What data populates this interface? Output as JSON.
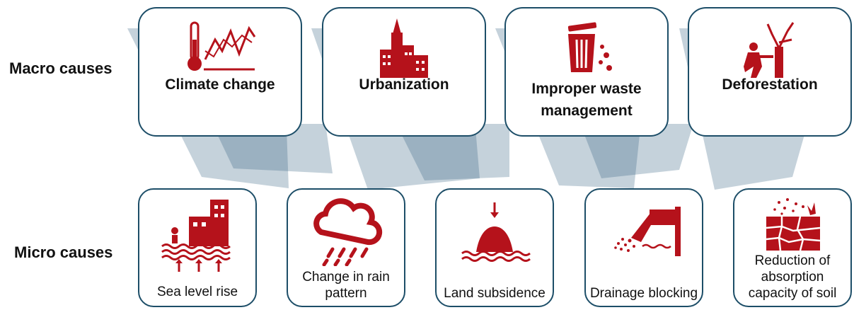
{
  "labels": {
    "macro": "Macro causes",
    "micro": "Micro causes"
  },
  "macro_causes": [
    {
      "label": "Climate change",
      "icon": "thermometer-chart-icon"
    },
    {
      "label": "Urbanization",
      "icon": "city-buildings-icon"
    },
    {
      "label": "Improper waste management",
      "icon": "trash-bin-icon"
    },
    {
      "label": "Deforestation",
      "icon": "tree-cutting-icon"
    }
  ],
  "micro_causes": [
    {
      "label": "Sea level rise",
      "icon": "flooded-buildings-icon"
    },
    {
      "label": "Change in rain pattern",
      "icon": "rain-cloud-icon"
    },
    {
      "label": "Land subsidence",
      "icon": "sinking-mound-icon"
    },
    {
      "label": "Drainage blocking",
      "icon": "drain-pipe-icon"
    },
    {
      "label": "Reduction of absorption capacity of soil",
      "icon": "cracked-soil-icon"
    }
  ],
  "colors": {
    "icon": "#b5121b",
    "border": "#1d4e68",
    "link": "#2f5f7c"
  }
}
